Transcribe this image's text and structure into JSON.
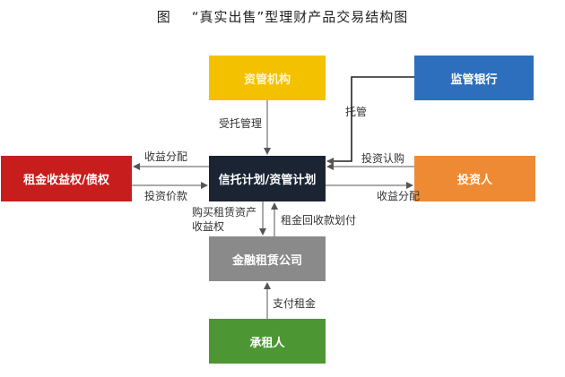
{
  "title": "图    “真实出售”型理财产品交易结构图",
  "nodes": {
    "manager": "资管机构",
    "bank": "监管银行",
    "rights": "租金收益权/债权",
    "trust_plan": "信托计划/资管计划",
    "investor": "投资人",
    "leasing_co": "金融租赁公司",
    "lessee": "承租人"
  },
  "edges": {
    "entrusted_mgmt": "受托管理",
    "custody": "托管",
    "income_dist_left": "收益分配",
    "invest_price": "投资价款",
    "invest_subscribe": "投资认购",
    "income_dist_right": "收益分配",
    "buy_rights_1": "购买租赁资产",
    "buy_rights_2": "收益权",
    "rent_transfer": "租金回收款划付",
    "pay_rent": "支付租金"
  },
  "colors": {
    "manager": "#f4c100",
    "bank": "#2e6fbd",
    "rights": "#c81d1d",
    "trust_plan": "#1b2433",
    "investor": "#ee8a34",
    "leasing_co": "#8a8a8a",
    "lessee": "#4d9634"
  }
}
